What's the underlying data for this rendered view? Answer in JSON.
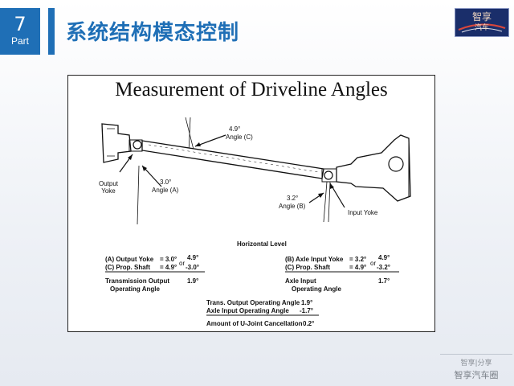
{
  "header": {
    "part_number": "7",
    "part_label": "Part",
    "title": "系统结构模态控制"
  },
  "logo": {
    "text_top": "智享",
    "text_bottom": "汽车"
  },
  "figure": {
    "title": "Measurement of Driveline Angles",
    "labels": {
      "angle_c_value": "4.9°",
      "angle_c_name": "Angle (C)",
      "output_yoke": "Output\nYoke",
      "angle_a_value": "3.0°",
      "angle_a_name": "Angle (A)",
      "angle_b_value": "3.2°",
      "angle_b_name": "Angle (B)",
      "input_yoke": "Input Yoke",
      "horizontal_level": "Horizontal Level"
    },
    "left_calc": {
      "row1_label": "(A) Output Yoke",
      "row1_eq": "= 3.0°",
      "row2_label": "(C) Prop. Shaft",
      "row2_eq": "= 4.9°",
      "or": "or",
      "alt_top": "4.9°",
      "alt_bottom": "-3.0°",
      "result_label_1": "Transmission Output",
      "result_label_2": "Operating Angle",
      "result_value": "1.9°"
    },
    "right_calc": {
      "row1_label": "(B) Axle Input Yoke",
      "row1_eq": "= 3.2°",
      "row2_label": "(C) Prop. Shaft",
      "row2_eq": "= 4.9°",
      "or": "or",
      "alt_top": "4.9°",
      "alt_bottom": "-3.2°",
      "result_label_1": "Axle Input",
      "result_label_2": "Operating Angle",
      "result_value": "1.7°"
    },
    "bottom_calc": {
      "row1_label": "Trans. Output Operating Angle",
      "row1_value": "1.9°",
      "row2_label": "Axle Input Operating Angle",
      "row2_value": "-1.7°",
      "result_label": "Amount of U-Joint Cancellation",
      "result_value": "0.2°"
    }
  },
  "footer": {
    "small": "智享|分享",
    "big": "智享汽车圈"
  }
}
